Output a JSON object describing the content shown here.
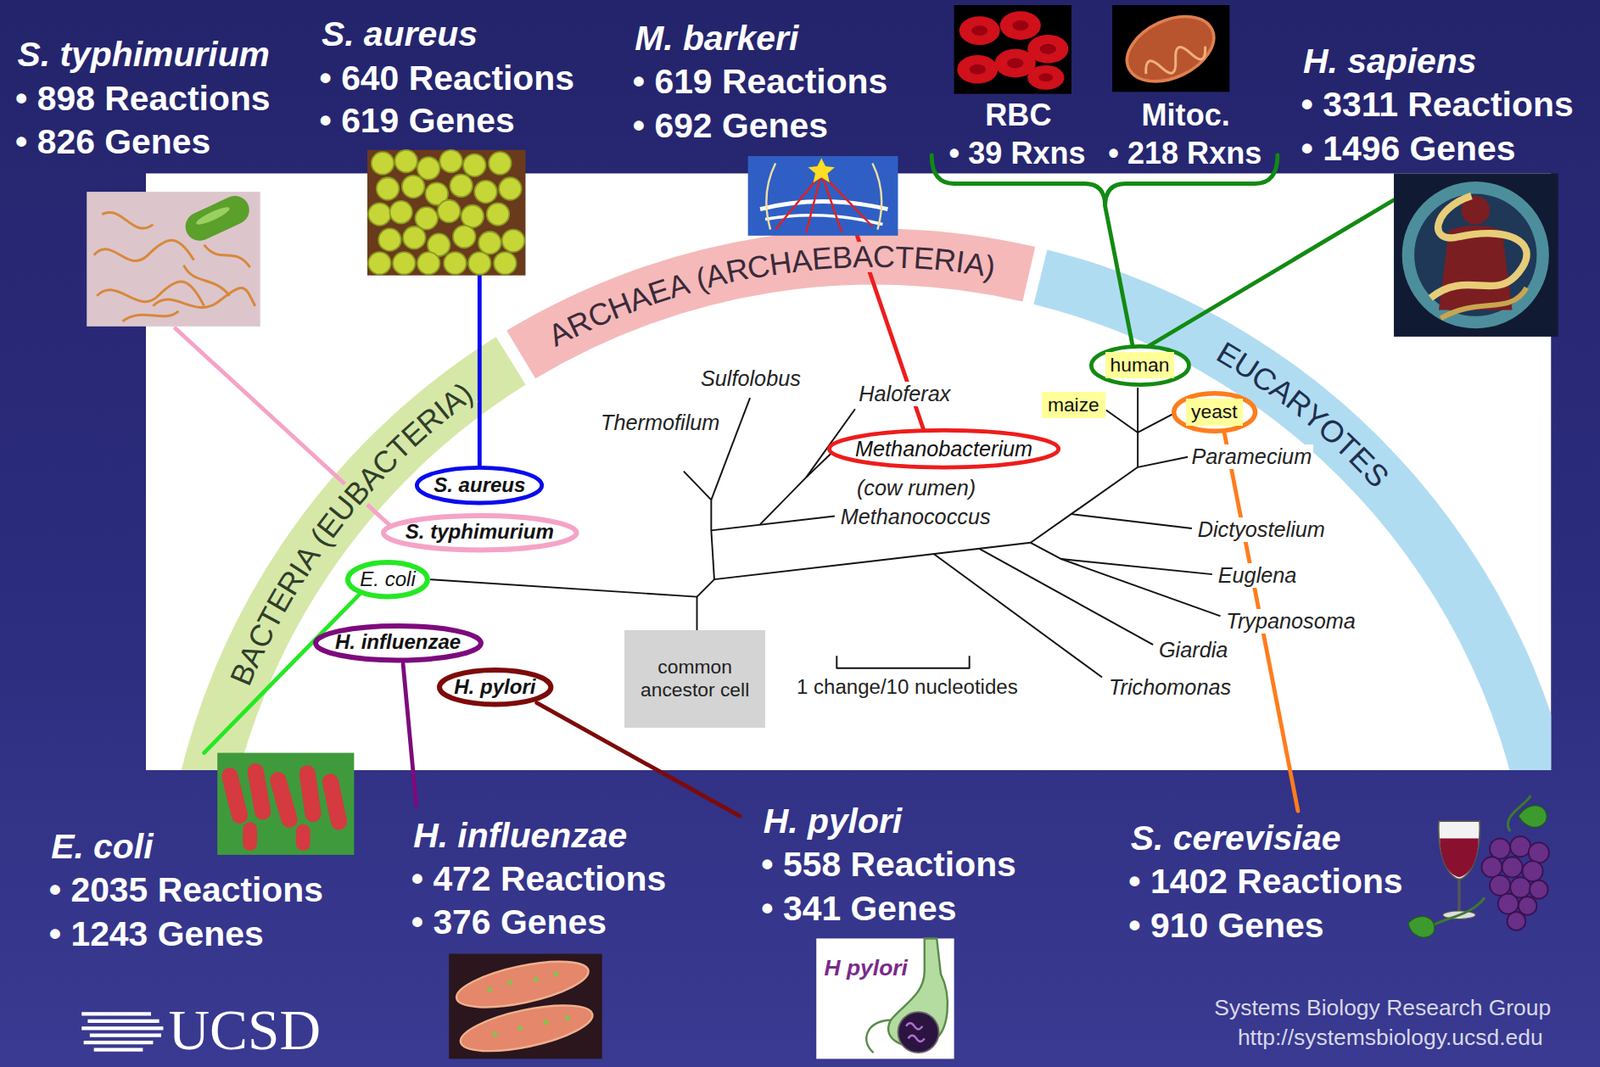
{
  "diagram": {
    "nodes": [
      {
        "text": [
          "human"
        ]
      },
      {
        "text": [
          "yeast"
        ]
      },
      {
        "text": [
          "maize"
        ]
      },
      {
        "text": [
          "Methanobacterium"
        ]
      },
      {
        "text": [
          "S. aureus"
        ]
      },
      {
        "text": [
          "S. typhimurium"
        ]
      },
      {
        "text": [
          "E. coli"
        ]
      },
      {
        "text": [
          "H. influenzae"
        ]
      },
      {
        "text": [
          "common ancestor cell"
        ]
      },
      {
        "text": [
          "H. pylori"
        ]
      }
    ],
    "edges": [
      {
        "from": 6,
        "to": 8,
        "arrow": "none"
      }
    ],
    "labels": [
      "S. typhimurium",
      "• 898 Reactions",
      "• 826 Genes",
      "S. aureus",
      "• 640 Reactions",
      "• 619 Genes",
      "M. barkeri",
      "• 619 Reactions",
      "• 692 Genes",
      "RBC",
      "• 39 Rxns",
      "Mitoc.",
      "• 218 Rxns",
      "H. sapiens",
      "• 3311 Reactions",
      "• 1496 Genes",
      "ARCHAEA (ARCHAEBACTERIA)",
      "BACTERIA (EUBACTERIA)",
      "EUCARYOTES",
      "Sulfolobus",
      "Thermofilum",
      "Haloferax",
      "(cow rumen)",
      "Methanococcus",
      "Paramecium",
      "Dictyostelium",
      "Euglena",
      "Trypanosoma",
      "Giardia",
      "Trichomonas",
      "1 change/10 nucleotides",
      "E. coli",
      "• 2035 Reactions",
      "• 1243 Genes",
      "H. influenzae",
      "• 472 Reactions",
      "• 376 Genes",
      "H. pylori",
      "• 558 Reactions",
      "• 341 Genes",
      "H pylori",
      "S. cerevisiae",
      "• 1402 Reactions",
      "• 910 Genes",
      "UCSD",
      "Systems Biology Research Group",
      "http://systemsbiology.ucsd.edu"
    ]
  }
}
